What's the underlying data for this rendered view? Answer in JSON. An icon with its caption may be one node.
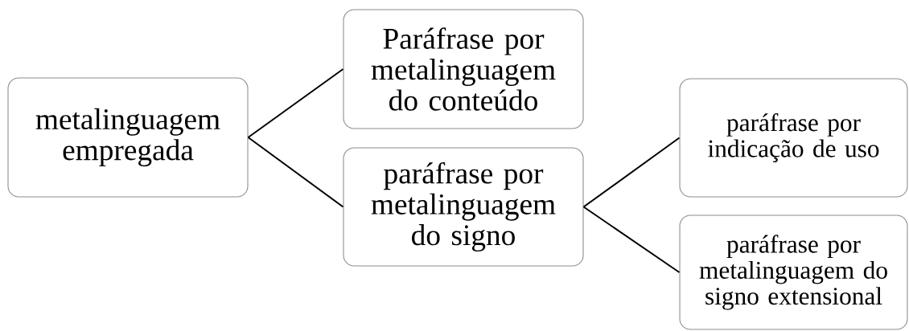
{
  "diagram": {
    "nodes": [
      {
        "text": [
          "metalinguagem empregada"
        ]
      },
      {
        "text": [
          "Paráfrase por metalinguagem do conteúdo"
        ]
      },
      {
        "text": [
          "paráfrase por metalinguagem do signo"
        ]
      },
      {
        "text": [
          "paráfrase por indicação de uso"
        ]
      },
      {
        "text": [
          "paráfrase por metalinguagem do signo extensional"
        ]
      }
    ],
    "edges": [
      {
        "from": 0,
        "to": 1,
        "arrow": "none"
      },
      {
        "from": 0,
        "to": 2,
        "arrow": "none"
      },
      {
        "from": 2,
        "to": 3,
        "arrow": "none"
      },
      {
        "from": 2,
        "to": 4,
        "arrow": "none"
      }
    ]
  }
}
